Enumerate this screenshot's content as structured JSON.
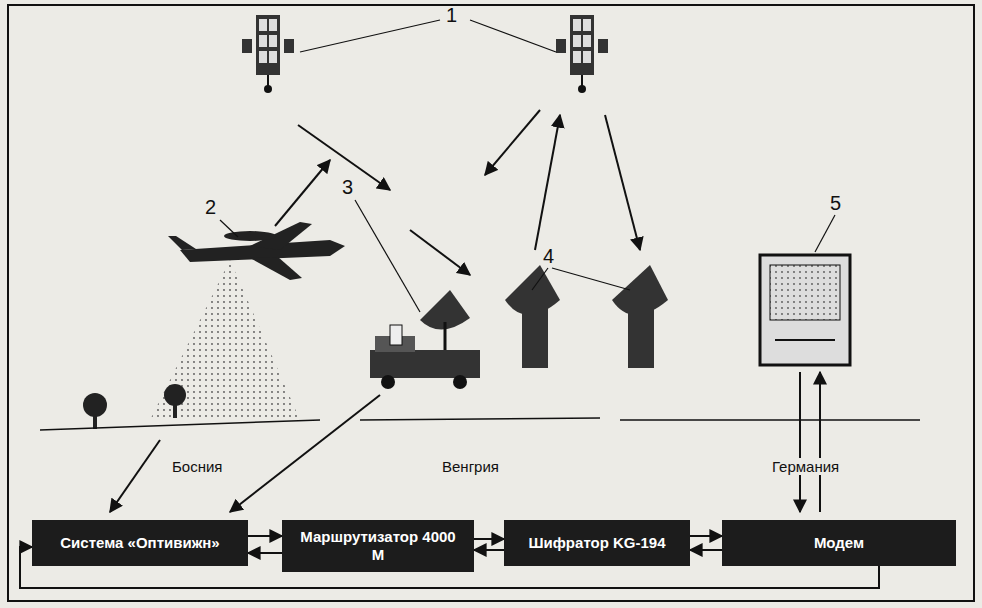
{
  "diagram": {
    "nodes": [
      {
        "text": [
          "Система «Оптивижн»"
        ]
      },
      {
        "text": [
          "Маршрутизатор 4000 М"
        ]
      },
      {
        "text": [
          "Шифратор KG-194"
        ]
      },
      {
        "text": [
          "Модем"
        ]
      }
    ],
    "edges": [
      {
        "from": 0,
        "to": 1,
        "arrow": "to"
      },
      {
        "from": 1,
        "to": 0,
        "arrow": "to"
      },
      {
        "from": 1,
        "to": 2,
        "arrow": "to"
      },
      {
        "from": 2,
        "to": 1,
        "arrow": "to"
      },
      {
        "from": 2,
        "to": 3,
        "arrow": "to"
      },
      {
        "from": 3,
        "to": 2,
        "arrow": "to"
      },
      {
        "from": 3,
        "to": 0,
        "arrow": "to"
      }
    ],
    "labels": [
      "1",
      "2",
      "3",
      "4",
      "5",
      "Босния",
      "Венгрия",
      "Германия"
    ]
  }
}
